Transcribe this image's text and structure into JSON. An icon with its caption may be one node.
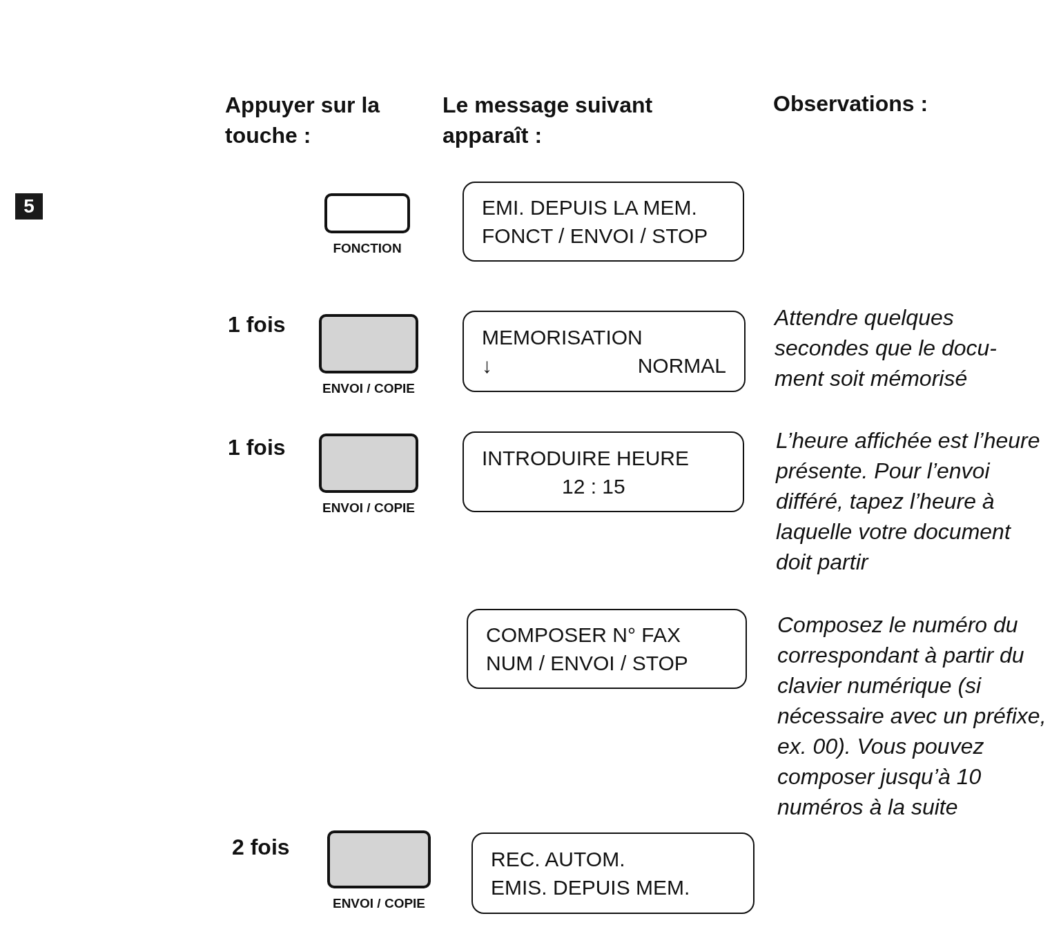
{
  "diagram": {
    "nodes": [
      {
        "text": [
          "5"
        ]
      },
      {
        "text": [
          "FONCTION"
        ]
      },
      {
        "text": [
          "EMI. DEPUIS LA MEM.",
          "FONCT / ENVOI / STOP"
        ]
      },
      {
        "text": [
          "ENVOI / COPIE"
        ],
        "beside": [
          "1 fois"
        ]
      },
      {
        "text": [
          "MEMORISATION",
          "↓",
          "NORMAL"
        ]
      },
      {
        "text": [
          "ENVOI / COPIE"
        ],
        "beside": [
          "1 fois"
        ]
      },
      {
        "text": [
          "INTRODUIRE HEURE",
          "12 : 15"
        ]
      },
      {
        "text": [
          "COMPOSER N° FAX",
          "NUM / ENVOI / STOP"
        ]
      },
      {
        "text": [
          "ENVOI / COPIE"
        ],
        "beside": [
          "2 fois"
        ]
      },
      {
        "text": [
          "REC. AUTOM.",
          "EMIS. DEPUIS MEM."
        ]
      }
    ],
    "labels": [
      "Appuyer sur la touche :",
      "Le message suivant apparaît :",
      "Observations :",
      "Attendre quelques secondes que le docu-ment soit mémorisé",
      "L’heure affichée est l’heure présente. Pour l’envoi différé, tapez l’heure à laquelle votre document doit partir",
      "Composez le numéro du correspondant à partir du clavier numérique (si nécessaire avec un préfixe, ex. 00). Vous pouvez composer jusqu’à 10 numéros à la suite"
    ]
  }
}
